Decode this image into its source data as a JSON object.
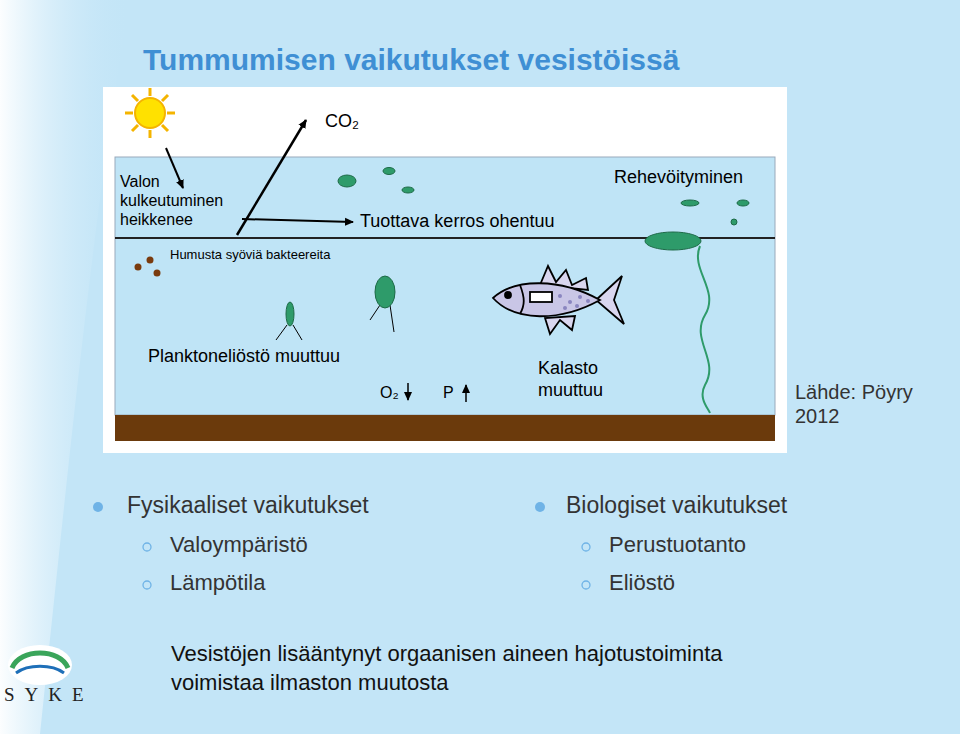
{
  "diagram": {
    "title": "Tummumisen vaikutukset vesistöissä",
    "labels": [
      "CO₂",
      "Valon kulkeutuminen heikkenee",
      "Tuottava kerros ohentuu",
      "Rehevöityminen",
      "Humusta syöviä bakteereita",
      "Planktoneliöstö muuttuu",
      "O₂",
      "P",
      "Kalasto muuttuu",
      "Lähde: Pöyry 2012",
      "Fysikaaliset vaikutukset",
      "Valoympäristö",
      "Lämpötila",
      "Biologiset vaikutukset",
      "Perustuotanto",
      "Eliöstö",
      "Vesistöjen lisääntynyt orgaanisen aineen hajotustoiminta voimistaa ilmaston muutosta",
      "SYKE"
    ]
  }
}
